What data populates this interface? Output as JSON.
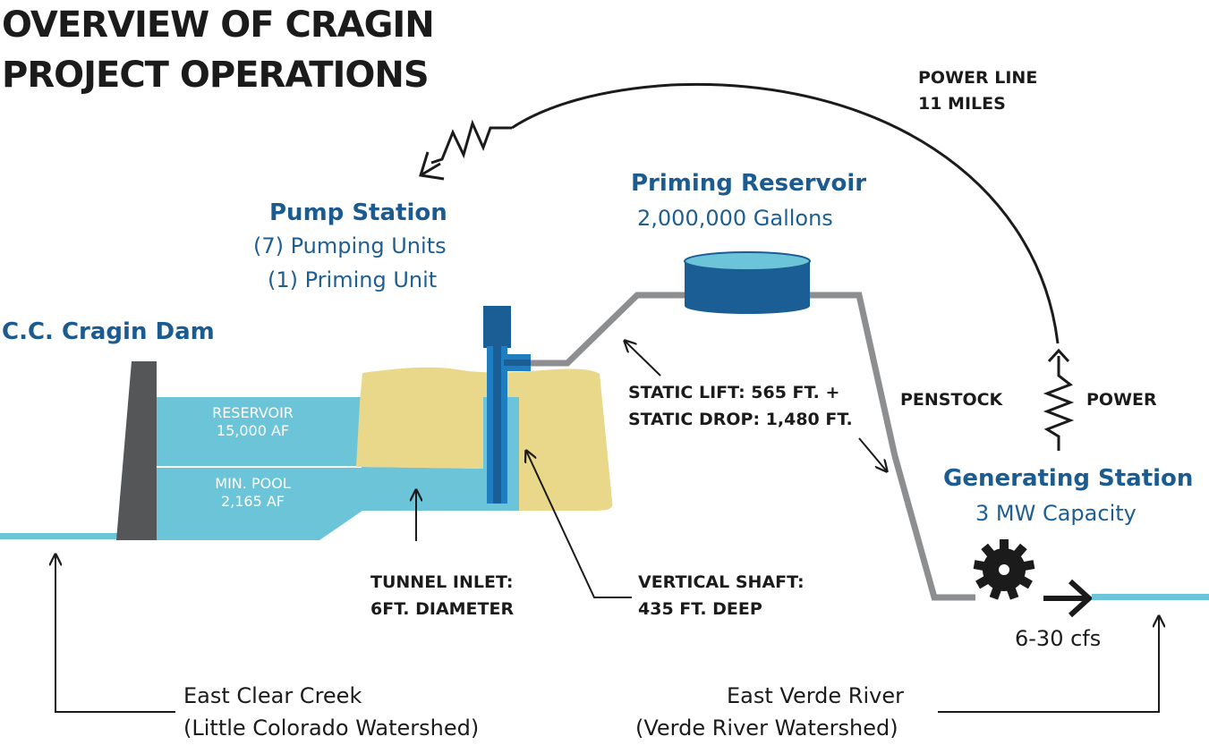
{
  "title": {
    "line1": "OVERVIEW OF CRAGIN",
    "line2": "PROJECT OPERATIONS"
  },
  "power_line": {
    "line1": "POWER LINE",
    "line2": "11 MILES"
  },
  "priming_reservoir": {
    "name": "Priming Reservoir",
    "capacity": "2,000,000 Gallons"
  },
  "pump_station": {
    "name": "Pump Station",
    "units": "(7) Pumping Units",
    "priming": "(1) Priming Unit"
  },
  "dam": {
    "name": "C.C. Cragin Dam"
  },
  "reservoir": {
    "line1": "RESERVOIR",
    "line2": "15,000 AF"
  },
  "min_pool": {
    "line1": "MIN. POOL",
    "line2": "2,165 AF"
  },
  "static": {
    "lift": "STATIC LIFT: 565 FT. +",
    "drop": "STATIC DROP: 1,480 FT."
  },
  "penstock": "PENSTOCK",
  "power": "POWER",
  "generating_station": {
    "name": "Generating Station",
    "capacity": "3 MW Capacity"
  },
  "flow": "6-30 cfs",
  "tunnel_inlet": {
    "line1": "TUNNEL INLET:",
    "line2": "6FT. DIAMETER"
  },
  "vertical_shaft": {
    "line1": "VERTICAL SHAFT:",
    "line2": "435 FT. DEEP"
  },
  "east_clear_creek": {
    "line1": "East Clear Creek",
    "line2": "(Little Colorado Watershed)"
  },
  "east_verde_river": {
    "line1": "East Verde River",
    "line2": "(Verde River Watershed)"
  },
  "colors": {
    "water": "#6cc4d8",
    "land": "#e9d78a",
    "dam": "#545658",
    "pump": "#1b5e96",
    "pump_light": "#1f7ec0",
    "pipe": "#8c8e90",
    "label_blue": "#1b5b8f",
    "ink": "#1b1b1b"
  }
}
